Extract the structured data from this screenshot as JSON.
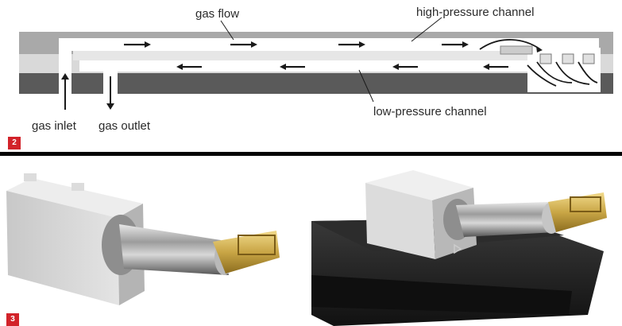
{
  "figure2": {
    "number": "2",
    "labels": {
      "gas_flow": "gas flow",
      "high_pressure_channel": "high-pressure channel",
      "gas_inlet": "gas inlet",
      "gas_outlet": "gas outlet",
      "low_pressure_channel": "low-pressure channel"
    }
  },
  "figure3": {
    "number": "3"
  },
  "colors": {
    "badge": "#d2232a",
    "housing_light": "#a9a9a9",
    "housing_dark": "#555555",
    "channel": "#ffffff",
    "brass": "#c9a646",
    "stage_black": "#1c1c1c",
    "divider": "#000000"
  }
}
